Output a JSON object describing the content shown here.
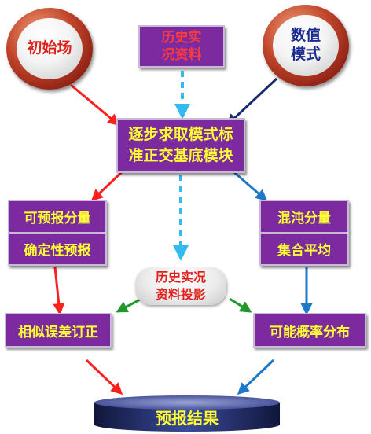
{
  "nodes": {
    "initial_field": "初始场",
    "numerical_model": "数值\n模式",
    "historical_data": "历史实\n况资料",
    "module": "逐步求取模式标\n准正交基底模块",
    "left_top": "可预报分量",
    "left_bottom": "确定性预报",
    "right_top": "混沌分量",
    "right_bottom": "集合平均",
    "projection": "历史实况\n资料投影",
    "similar_error": "相似误差订正",
    "probability": "可能概率分布",
    "result": "预报结果"
  },
  "colors": {
    "box_fill": "#7b2aa0",
    "box_text": "#ffff33",
    "red_text": "#ff3b3b",
    "arrow_red": "#ff1f1f",
    "arrow_navy": "#1a2a6e",
    "arrow_blue": "#1e78c8",
    "arrow_cyan_dashed": "#33bbee",
    "arrow_green": "#1f9a2a"
  }
}
